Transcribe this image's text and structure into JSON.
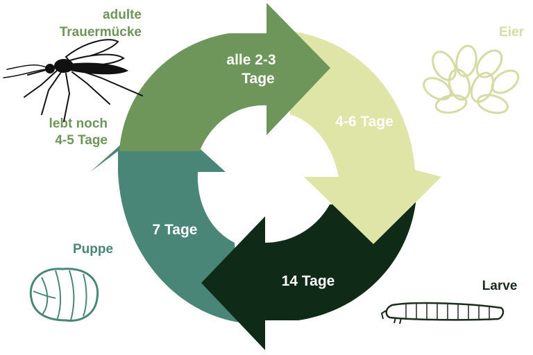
{
  "colors": {
    "adult": "#6e955a",
    "eggs": "#dfe4a7",
    "larva": "#0f2a17",
    "pupa": "#4a8677",
    "eggs_text": "#d5dba2",
    "larva_text": "#1b2b1c"
  },
  "cycle": {
    "adult_to_eggs": "alle 2-3",
    "adult_to_eggs_line2": "Tage",
    "eggs_to_larva": "4-6 Tage",
    "larva_to_pupa": "14 Tage",
    "pupa_to_adult": "7 Tage"
  },
  "stages": {
    "adult": {
      "line1": "adulte",
      "line2": "Trauermücke",
      "icon": "mosquito-icon"
    },
    "adult_lifespan": {
      "line1": "lebt noch",
      "line2": "4-5 Tage"
    },
    "eggs": {
      "label": "Eier",
      "icon": "eggs-icon"
    },
    "larva": {
      "label": "Larve",
      "icon": "larva-icon"
    },
    "pupa": {
      "label": "Puppe",
      "icon": "pupa-icon"
    }
  }
}
